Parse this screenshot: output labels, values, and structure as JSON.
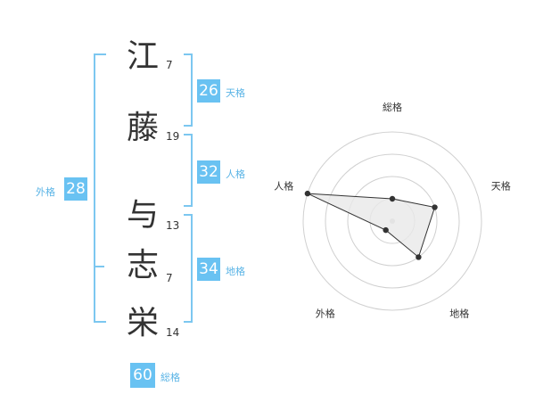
{
  "name": {
    "chars": [
      {
        "char": "江",
        "strokes": "7"
      },
      {
        "char": "藤",
        "strokes": "19"
      },
      {
        "char": "与",
        "strokes": "13"
      },
      {
        "char": "志",
        "strokes": "7"
      },
      {
        "char": "栄",
        "strokes": "14"
      }
    ]
  },
  "kaku": {
    "tenkaku": {
      "value": "26",
      "label": "天格"
    },
    "jinkaku": {
      "value": "32",
      "label": "人格"
    },
    "chikaku": {
      "value": "34",
      "label": "地格"
    },
    "gaikaku": {
      "value": "28",
      "label": "外格"
    },
    "soukaku": {
      "value": "60",
      "label": "総格"
    }
  },
  "chart_data": {
    "type": "radar",
    "axes": [
      "総格",
      "天格",
      "地格",
      "外格",
      "人格"
    ],
    "rings": 4,
    "max": 4,
    "values": [
      1,
      2,
      2,
      0.5,
      4
    ],
    "colors": {
      "fill": "#e8e8e8",
      "stroke": "#333333",
      "grid": "#d0d0d0"
    }
  }
}
